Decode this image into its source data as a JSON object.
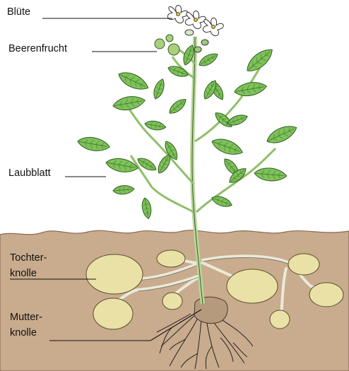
{
  "labels": {
    "bluete": "Blüte",
    "beerenfrucht": "Beerenfrucht",
    "laubblatt": "Laubblatt",
    "tochterknolle_line1": "Tochter-",
    "tochterknolle_line2": "knolle",
    "mutterknolle_line1": "Mutter-",
    "mutterknolle_line2": "knolle"
  },
  "colors": {
    "leaf": "#7fc25a",
    "leaf_vein": "#3f7a2a",
    "stem": "#b9d89a",
    "soil": "#c9ab8e",
    "soil_edge": "#8a6c55",
    "tuber": "#eae1a6",
    "mother_tuber": "#b59a7d",
    "root": "#222222",
    "flower": "#ffffff",
    "flower_center": "#f2d21f",
    "berry": "#a9d07a"
  }
}
